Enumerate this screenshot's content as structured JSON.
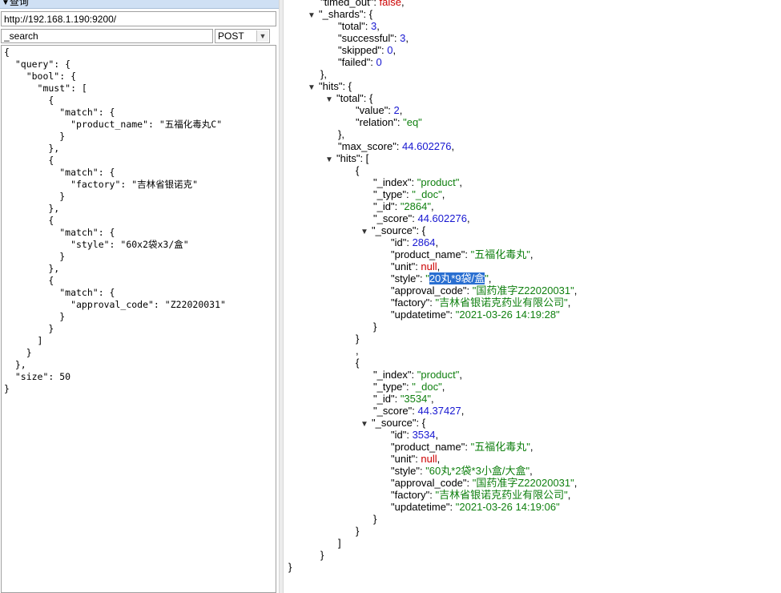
{
  "header": {
    "title": "查询"
  },
  "request": {
    "url": "http://192.168.1.190:9200/",
    "path": "_search",
    "method": "POST",
    "body": "{\n  \"query\": {\n    \"bool\": {\n      \"must\": [\n        {\n          \"match\": {\n            \"product_name\": \"五福化毒丸C\"\n          }\n        },\n        {\n          \"match\": {\n            \"factory\": \"吉林省银诺克\"\n          }\n        },\n        {\n          \"match\": {\n            \"style\": \"60x2袋x3/盒\"\n          }\n        },\n        {\n          \"match\": {\n            \"approval_code\": \"Z22020031\"\n          }\n        }\n      ]\n    }\n  },\n  \"size\": 50\n}"
  },
  "response_lines": [
    {
      "i": 0,
      "parts": [
        {
          "c": "k",
          "t": "\"timed_out\": "
        },
        {
          "c": "nl",
          "t": "false"
        },
        {
          "c": "p",
          "t": ","
        }
      ]
    },
    {
      "i": 0,
      "tog": true,
      "parts": [
        {
          "c": "k",
          "t": "\"_shards\": {"
        }
      ]
    },
    {
      "i": 1,
      "parts": [
        {
          "c": "k",
          "t": "\"total\": "
        },
        {
          "c": "n",
          "t": "3"
        },
        {
          "c": "p",
          "t": ","
        }
      ]
    },
    {
      "i": 1,
      "parts": [
        {
          "c": "k",
          "t": "\"successful\": "
        },
        {
          "c": "n",
          "t": "3"
        },
        {
          "c": "p",
          "t": ","
        }
      ]
    },
    {
      "i": 1,
      "parts": [
        {
          "c": "k",
          "t": "\"skipped\": "
        },
        {
          "c": "n",
          "t": "0"
        },
        {
          "c": "p",
          "t": ","
        }
      ]
    },
    {
      "i": 1,
      "parts": [
        {
          "c": "k",
          "t": "\"failed\": "
        },
        {
          "c": "n",
          "t": "0"
        }
      ]
    },
    {
      "i": 0,
      "parts": [
        {
          "c": "p",
          "t": "},"
        }
      ]
    },
    {
      "i": 0,
      "tog": true,
      "parts": [
        {
          "c": "k",
          "t": "\"hits\": {"
        }
      ]
    },
    {
      "i": 1,
      "tog": true,
      "parts": [
        {
          "c": "k",
          "t": "\"total\": {"
        }
      ]
    },
    {
      "i": 2,
      "parts": [
        {
          "c": "k",
          "t": "\"value\": "
        },
        {
          "c": "n",
          "t": "2"
        },
        {
          "c": "p",
          "t": ","
        }
      ]
    },
    {
      "i": 2,
      "parts": [
        {
          "c": "k",
          "t": "\"relation\": "
        },
        {
          "c": "s",
          "t": "\"eq\""
        }
      ]
    },
    {
      "i": 1,
      "parts": [
        {
          "c": "p",
          "t": "},"
        }
      ]
    },
    {
      "i": 1,
      "parts": [
        {
          "c": "k",
          "t": "\"max_score\": "
        },
        {
          "c": "n",
          "t": "44.602276"
        },
        {
          "c": "p",
          "t": ","
        }
      ]
    },
    {
      "i": 1,
      "tog": true,
      "parts": [
        {
          "c": "k",
          "t": "\"hits\": ["
        }
      ]
    },
    {
      "i": 2,
      "parts": [
        {
          "c": "p",
          "t": "{"
        }
      ]
    },
    {
      "i": 3,
      "parts": [
        {
          "c": "k",
          "t": "\"_index\": "
        },
        {
          "c": "s",
          "t": "\"product\""
        },
        {
          "c": "p",
          "t": ","
        }
      ]
    },
    {
      "i": 3,
      "parts": [
        {
          "c": "k",
          "t": "\"_type\": "
        },
        {
          "c": "s",
          "t": "\"_doc\""
        },
        {
          "c": "p",
          "t": ","
        }
      ]
    },
    {
      "i": 3,
      "parts": [
        {
          "c": "k",
          "t": "\"_id\": "
        },
        {
          "c": "s",
          "t": "\"2864\""
        },
        {
          "c": "p",
          "t": ","
        }
      ]
    },
    {
      "i": 3,
      "parts": [
        {
          "c": "k",
          "t": "\"_score\": "
        },
        {
          "c": "n",
          "t": "44.602276"
        },
        {
          "c": "p",
          "t": ","
        }
      ]
    },
    {
      "i": 3,
      "tog": true,
      "parts": [
        {
          "c": "k",
          "t": "\"_source\": {"
        }
      ]
    },
    {
      "i": 4,
      "parts": [
        {
          "c": "k",
          "t": "\"id\": "
        },
        {
          "c": "n",
          "t": "2864"
        },
        {
          "c": "p",
          "t": ","
        }
      ]
    },
    {
      "i": 4,
      "parts": [
        {
          "c": "k",
          "t": "\"product_name\": "
        },
        {
          "c": "s",
          "t": "\"五福化毒丸\""
        },
        {
          "c": "p",
          "t": ","
        }
      ]
    },
    {
      "i": 4,
      "parts": [
        {
          "c": "k",
          "t": "\"unit\": "
        },
        {
          "c": "nl",
          "t": "null"
        },
        {
          "c": "p",
          "t": ","
        }
      ]
    },
    {
      "i": 4,
      "parts": [
        {
          "c": "k",
          "t": "\"style\": "
        },
        {
          "c": "s",
          "t": "\""
        },
        {
          "c": "hl",
          "t": "20丸*9袋/盒"
        },
        {
          "c": "s",
          "t": "\""
        },
        {
          "c": "p",
          "t": ","
        }
      ]
    },
    {
      "i": 4,
      "parts": [
        {
          "c": "k",
          "t": "\"approval_code\": "
        },
        {
          "c": "s",
          "t": "\"国药准字Z22020031\""
        },
        {
          "c": "p",
          "t": ","
        }
      ]
    },
    {
      "i": 4,
      "parts": [
        {
          "c": "k",
          "t": "\"factory\": "
        },
        {
          "c": "s",
          "t": "\"吉林省银诺克药业有限公司\""
        },
        {
          "c": "p",
          "t": ","
        }
      ]
    },
    {
      "i": 4,
      "parts": [
        {
          "c": "k",
          "t": "\"updatetime\": "
        },
        {
          "c": "s",
          "t": "\"2021-03-26 14:19:28\""
        }
      ]
    },
    {
      "i": 3,
      "parts": [
        {
          "c": "p",
          "t": "}"
        }
      ]
    },
    {
      "i": 2,
      "parts": [
        {
          "c": "p",
          "t": "}"
        }
      ]
    },
    {
      "i": 2,
      "parts": [
        {
          "c": "p",
          "t": ","
        }
      ]
    },
    {
      "i": 2,
      "parts": [
        {
          "c": "p",
          "t": "{"
        }
      ]
    },
    {
      "i": 3,
      "parts": [
        {
          "c": "k",
          "t": "\"_index\": "
        },
        {
          "c": "s",
          "t": "\"product\""
        },
        {
          "c": "p",
          "t": ","
        }
      ]
    },
    {
      "i": 3,
      "parts": [
        {
          "c": "k",
          "t": "\"_type\": "
        },
        {
          "c": "s",
          "t": "\"_doc\""
        },
        {
          "c": "p",
          "t": ","
        }
      ]
    },
    {
      "i": 3,
      "parts": [
        {
          "c": "k",
          "t": "\"_id\": "
        },
        {
          "c": "s",
          "t": "\"3534\""
        },
        {
          "c": "p",
          "t": ","
        }
      ]
    },
    {
      "i": 3,
      "parts": [
        {
          "c": "k",
          "t": "\"_score\": "
        },
        {
          "c": "n",
          "t": "44.37427"
        },
        {
          "c": "p",
          "t": ","
        }
      ]
    },
    {
      "i": 3,
      "tog": true,
      "parts": [
        {
          "c": "k",
          "t": "\"_source\": {"
        }
      ]
    },
    {
      "i": 4,
      "parts": [
        {
          "c": "k",
          "t": "\"id\": "
        },
        {
          "c": "n",
          "t": "3534"
        },
        {
          "c": "p",
          "t": ","
        }
      ]
    },
    {
      "i": 4,
      "parts": [
        {
          "c": "k",
          "t": "\"product_name\": "
        },
        {
          "c": "s",
          "t": "\"五福化毒丸\""
        },
        {
          "c": "p",
          "t": ","
        }
      ]
    },
    {
      "i": 4,
      "parts": [
        {
          "c": "k",
          "t": "\"unit\": "
        },
        {
          "c": "nl",
          "t": "null"
        },
        {
          "c": "p",
          "t": ","
        }
      ]
    },
    {
      "i": 4,
      "parts": [
        {
          "c": "k",
          "t": "\"style\": "
        },
        {
          "c": "s",
          "t": "\"60丸*2袋*3小盒/大盒\""
        },
        {
          "c": "p",
          "t": ","
        }
      ]
    },
    {
      "i": 4,
      "parts": [
        {
          "c": "k",
          "t": "\"approval_code\": "
        },
        {
          "c": "s",
          "t": "\"国药准字Z22020031\""
        },
        {
          "c": "p",
          "t": ","
        }
      ]
    },
    {
      "i": 4,
      "parts": [
        {
          "c": "k",
          "t": "\"factory\": "
        },
        {
          "c": "s",
          "t": "\"吉林省银诺克药业有限公司\""
        },
        {
          "c": "p",
          "t": ","
        }
      ]
    },
    {
      "i": 4,
      "parts": [
        {
          "c": "k",
          "t": "\"updatetime\": "
        },
        {
          "c": "s",
          "t": "\"2021-03-26 14:19:06\""
        }
      ]
    },
    {
      "i": 3,
      "parts": [
        {
          "c": "p",
          "t": "}"
        }
      ]
    },
    {
      "i": 2,
      "parts": [
        {
          "c": "p",
          "t": "}"
        }
      ]
    },
    {
      "i": 1,
      "parts": [
        {
          "c": "p",
          "t": "]"
        }
      ]
    },
    {
      "i": 0,
      "parts": [
        {
          "c": "p",
          "t": "}"
        }
      ]
    },
    {
      "i": -1,
      "parts": [
        {
          "c": "p",
          "t": "}"
        }
      ]
    }
  ]
}
